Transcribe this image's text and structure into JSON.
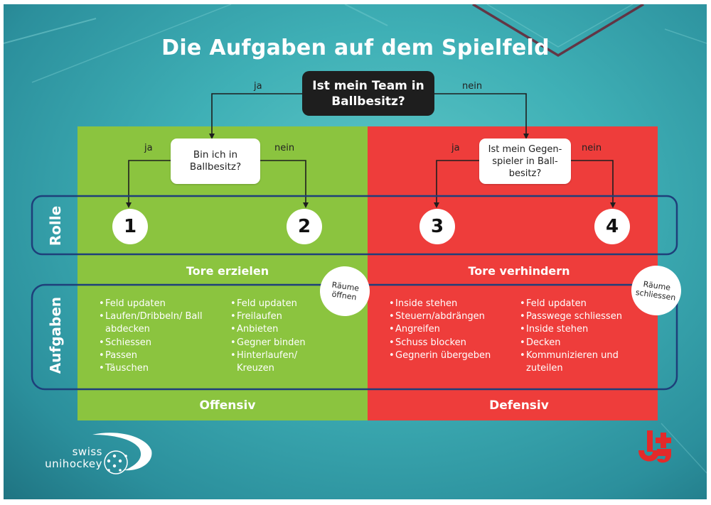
{
  "title": "Die Aufgaben auf dem Spielfeld",
  "colors": {
    "offense": "#8bc43f",
    "defense": "#ee3d3b",
    "frame": "#1e3f7a",
    "question_dark": "#1e1e1e"
  },
  "root_question": {
    "text": "Ist mein Team in Ballbesitz?",
    "yes": "ja",
    "no": "nein"
  },
  "offense": {
    "question": {
      "text": "Bin ich in Ballbesitz?",
      "yes": "ja",
      "no": "nein"
    },
    "roles": [
      "1",
      "2"
    ],
    "heading": "Tore erzielen",
    "bubble": "Räume öffnen",
    "tasks_role1": [
      "Feld updaten",
      "Laufen/Dribbeln/ Ball abdecken",
      "Schiessen",
      "Passen",
      "Täuschen"
    ],
    "tasks_role2": [
      "Feld updaten",
      "Freilaufen",
      "Anbieten",
      "Gegner binden",
      "Hinterlaufen/ Kreuzen"
    ],
    "footer": "Offensiv"
  },
  "defense": {
    "question": {
      "text": "Ist mein Gegen-spieler in Ball-besitz?",
      "yes": "ja",
      "no": "nein"
    },
    "roles": [
      "3",
      "4"
    ],
    "heading": "Tore verhindern",
    "bubble": "Räume schliessen",
    "tasks_role3": [
      "Inside stehen",
      "Steuern/abdrängen",
      "Angreifen",
      "Schuss blocken",
      "Gegnerin übergeben"
    ],
    "tasks_role4": [
      "Feld updaten",
      "Passwege schliessen",
      "Inside stehen",
      "Decken",
      "Kommunizieren und zuteilen"
    ],
    "footer": "Defensiv"
  },
  "row_labels": {
    "role": "Rolle",
    "tasks": "Aufgaben"
  },
  "logos": {
    "swiss_unihockey_line1": "swiss",
    "swiss_unihockey_line2": "unihockey",
    "js_logo": "J+S-logo"
  },
  "footer_print": {
    "left": "",
    "right": ""
  }
}
